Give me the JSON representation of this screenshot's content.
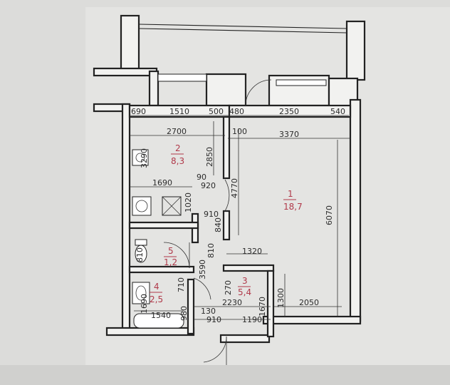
{
  "rooms": [
    {
      "number": "1",
      "area": "18,7"
    },
    {
      "number": "2",
      "area": "8,3"
    },
    {
      "number": "3",
      "area": "5,4"
    },
    {
      "number": "4",
      "area": "2,5"
    },
    {
      "number": "5",
      "area": "1,2"
    }
  ],
  "dimensions": {
    "d690": "690",
    "d1510": "1510",
    "d500": "500",
    "d480": "480",
    "d2350": "2350",
    "d540": "540",
    "d2700": "2700",
    "d100": "100",
    "d3370": "3370",
    "d3290": "3290",
    "d2850": "2850",
    "d4770": "4770",
    "d6070": "6070",
    "d90": "90",
    "d1690": "1690",
    "d920": "920",
    "d1020": "1020",
    "d910": "910",
    "d840": "840",
    "d810a": "810",
    "d810b": "810",
    "d1320": "1320",
    "d3590": "3590",
    "d710": "710",
    "d270": "270",
    "d1300": "1300",
    "d2050": "2050",
    "d1690b": "1690",
    "d1540": "1540",
    "d980": "980",
    "d130": "130",
    "d2230": "2230",
    "d1670": "1670",
    "d910b": "910",
    "d1190": "1190"
  }
}
